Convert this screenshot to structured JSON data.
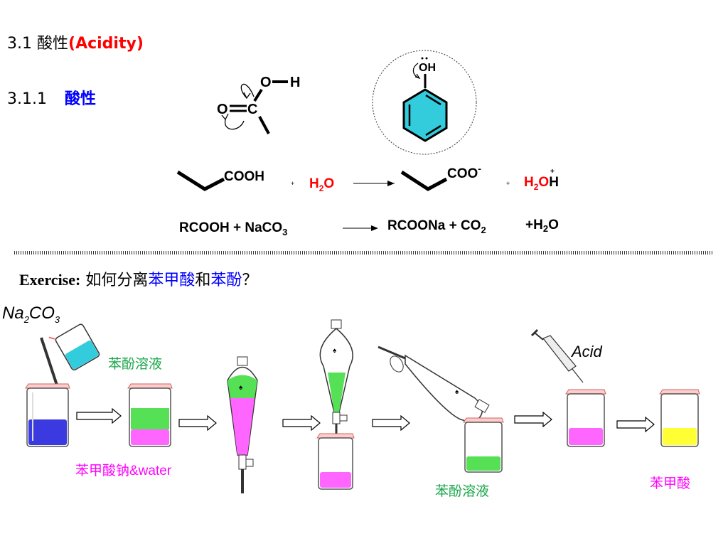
{
  "heading": {
    "number": "3.1",
    "title_cn": "酸性",
    "title_en": "(Acidity)"
  },
  "subheading": {
    "number": "3.1.1",
    "title": "酸性"
  },
  "structure_labels": {
    "o": "O",
    "h": "H",
    "c": "C",
    "oh": "OH"
  },
  "equation1": {
    "reactant": "COOH",
    "plus1": "+",
    "water_h": "H",
    "water_sub": "2",
    "water_o": "O",
    "product": "COO",
    "charge": "-",
    "plus2": "+",
    "hydronium_h": "H",
    "hydronium_sub": "2",
    "hydronium_o": "O",
    "hydronium_plus": "+",
    "hydronium_tail": "H"
  },
  "equation2": {
    "left": "RCOOH  +  NaCO",
    "left_sub": "3",
    "right": "RCOONa + CO",
    "right_sub": "2",
    "right_tail": "+H",
    "right_tail_sub": "2",
    "right_tail_end": "O"
  },
  "exercise": {
    "label": "Exercise:",
    "q1": "如何分离",
    "benzoic": "苯甲酸",
    "and": "和",
    "phenol": "苯酚",
    "qmark": "？"
  },
  "apparatus_labels": {
    "reagent": "Na",
    "reagent_sub1": "2",
    "reagent_mid": "CO",
    "reagent_sub2": "3",
    "phenol_solution_top": "苯酚溶液",
    "sodium_benzoate_water": "苯甲酸钠&water",
    "phenol_solution_bottom": "苯酚溶液",
    "acid": "Acid",
    "benzoic_acid": "苯甲酸"
  },
  "colors": {
    "red": "#ff0000",
    "blue": "#0000ff",
    "magenta": "#ff00ff",
    "green": "#1aa64a",
    "beaker_blue": "#3a3ae0",
    "liquid_green": "#55e055",
    "liquid_pink": "#ff66ff",
    "liquid_yellow": "#ffff33",
    "benzene_cyan": "#33ccdd"
  }
}
